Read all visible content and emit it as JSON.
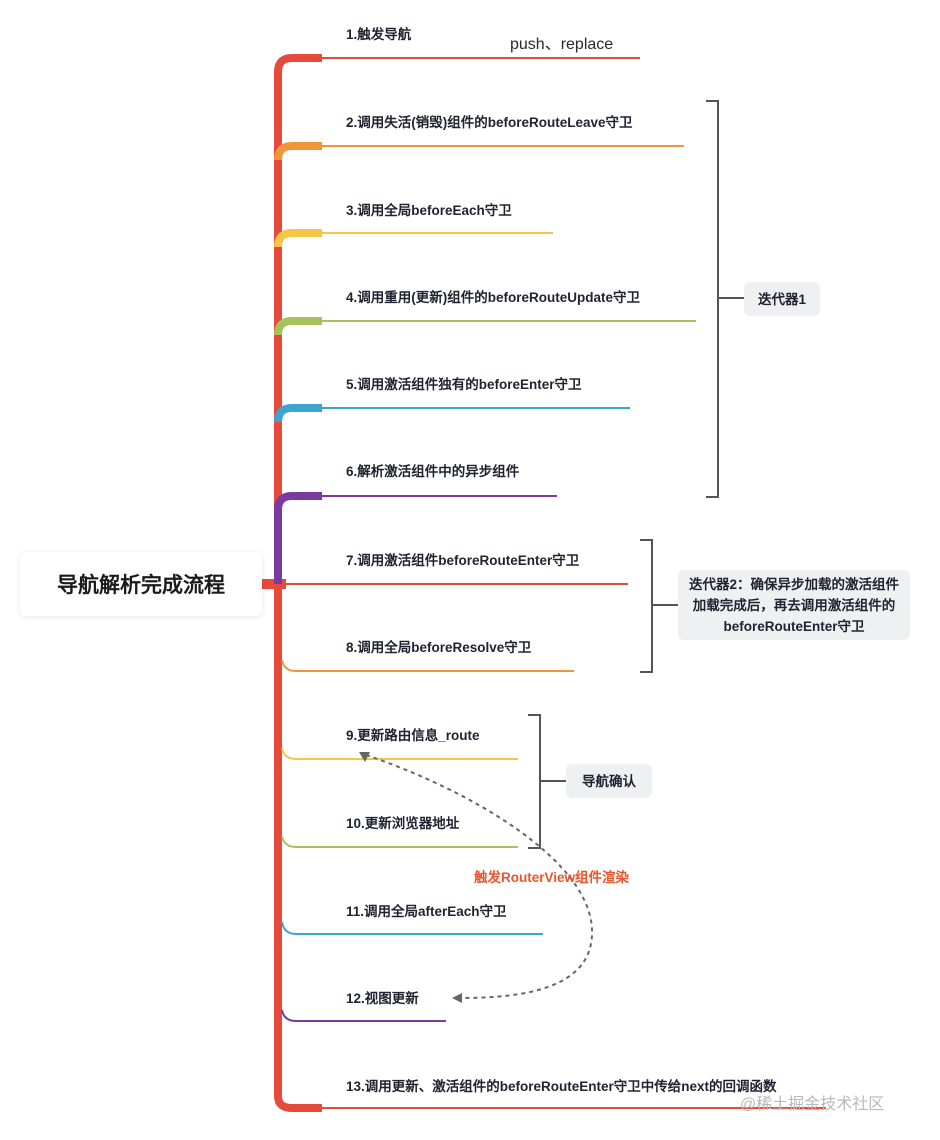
{
  "root": {
    "label": "导航解析完成流程"
  },
  "steps": [
    {
      "label": "1.触发导航",
      "color": "#e54a3c"
    },
    {
      "label": "2.调用失活(销毁)组件的beforeRouteLeave守卫",
      "color": "#f0953a"
    },
    {
      "label": "3.调用全局beforeEach守卫",
      "color": "#f7c548"
    },
    {
      "label": "4.调用重用(更新)组件的beforeRouteUpdate守卫",
      "color": "#a6c25a"
    },
    {
      "label": "5.调用激活组件独有的beforeEnter守卫",
      "color": "#3aa6d0"
    },
    {
      "label": "6.解析激活组件中的异步组件",
      "color": "#7a3aa0"
    },
    {
      "label": "7.调用激活组件beforeRouteEnter守卫",
      "color": "#e54a3c"
    },
    {
      "label": "8.调用全局beforeResolve守卫",
      "color": "#f0953a"
    },
    {
      "label": "9.更新路由信息_route",
      "color": "#f7c548"
    },
    {
      "label": "10.更新浏览器地址",
      "color": "#a6c25a"
    },
    {
      "label": "11.调用全局afterEach守卫",
      "color": "#3aa6d0"
    },
    {
      "label": "12.视图更新",
      "color": "#7a3aa0"
    },
    {
      "label": "13.调用更新、激活组件的beforeRouteEnter守卫中传给next的回调函数",
      "color": "#e54a3c"
    }
  ],
  "notes": {
    "push_replace": "push、replace",
    "render_trigger": "触发RouterView组件渲染"
  },
  "groups": {
    "iterator1": {
      "label": "迭代器1"
    },
    "iterator2": {
      "label": "迭代器2：确保异步加载的激活组件加载完成后，再去调用激活组件的beforeRouteEnter守卫"
    },
    "nav_confirm": {
      "label": "导航确认"
    }
  },
  "watermark": "@稀土掘金技术社区",
  "colors": {
    "trunk": "#e54a3c",
    "bracket": "#555555",
    "dashed_arrow": "#666666",
    "render_label": "#e8542b",
    "group_box_bg": "#eef0f2"
  }
}
